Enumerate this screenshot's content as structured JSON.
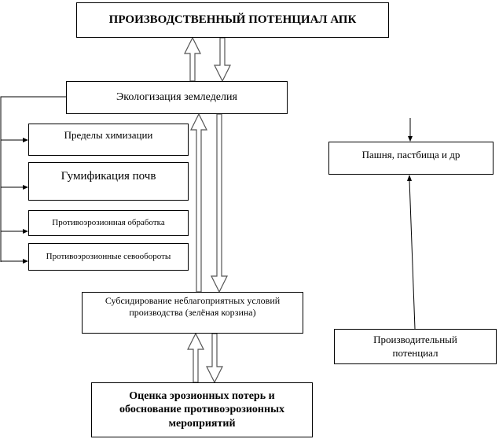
{
  "title": "ПРОИЗВОДСТВЕННЫЙ ПОТЕНЦИАЛ АПК",
  "ecologization": "Экологизация земледелия",
  "items": [
    "Пределы химизации",
    "Гумификация почв",
    "Противоэрозионная обработка",
    "Противоэрозионные севообороты"
  ],
  "subsidy": "Субсидирование неблагоприятных условий производства (зелёная корзина)",
  "assessment": "Оценка эрозионных потерь  и обоснование противоэрозионных мероприятий",
  "land": "Пашня, пастбища и др",
  "productive": "Производительный потенциал"
}
